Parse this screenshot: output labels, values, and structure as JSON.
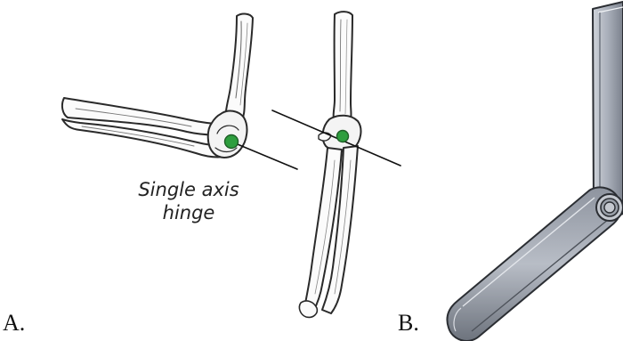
{
  "panels": {
    "a": {
      "label": "A."
    },
    "b": {
      "label": "B."
    }
  },
  "annotation": {
    "line1": "Single axis",
    "line2": "hinge"
  },
  "colors": {
    "hinge_pin": "#2e9e3e",
    "bone_outline": "#2a2a2a",
    "bone_fill": "#fbfbfb",
    "cad_body": "#a9afba",
    "cad_dark": "#5d636d",
    "cad_edge": "#2b2e33"
  },
  "icons": {
    "bent_arm": "elbow-bones-flexed-illustration",
    "straight_arm": "elbow-bones-extended-illustration",
    "mechanism": "cad-hinge-linkage-render"
  }
}
